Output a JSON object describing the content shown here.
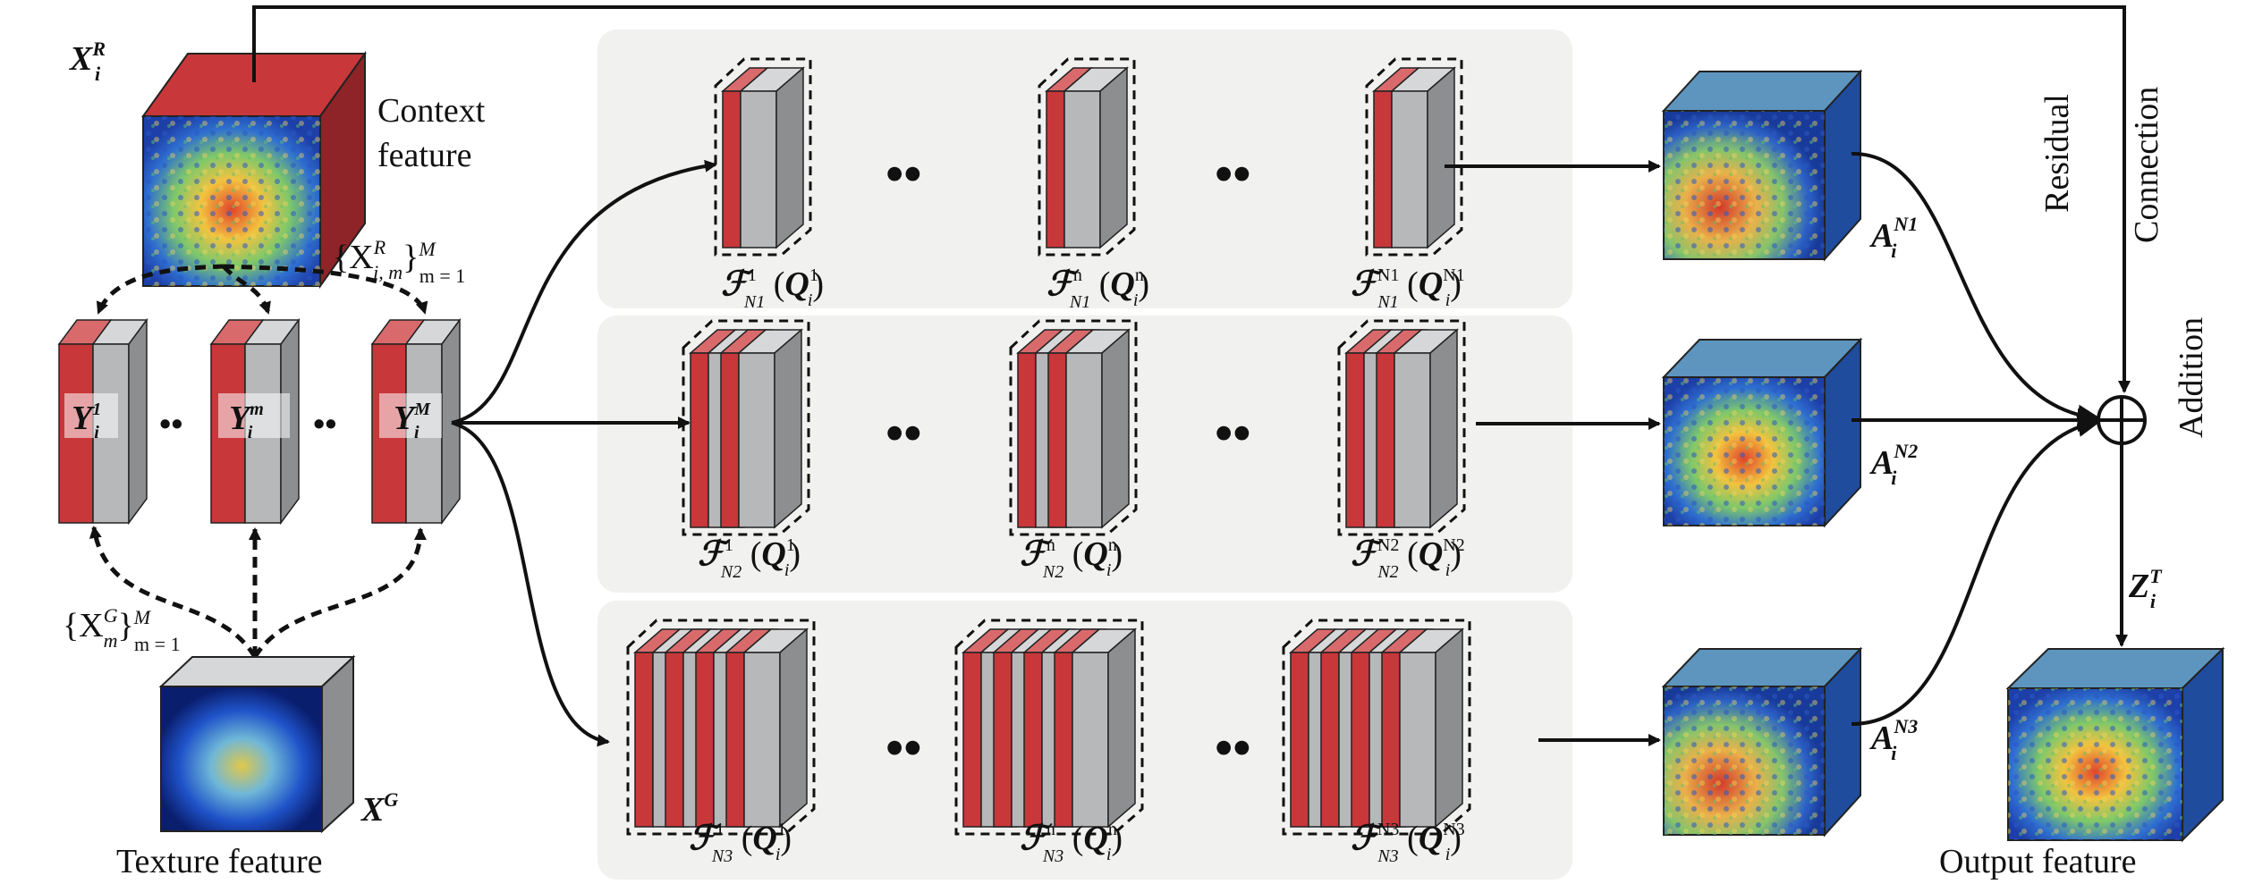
{
  "labels": {
    "context_feature_line1": "Context",
    "context_feature_line2": "feature",
    "texture_feature": "Texture feature",
    "output_feature": "Output feature",
    "residual": "Residual",
    "connection": "Connection",
    "addition": "Addition"
  },
  "symbols": {
    "x_r": "X",
    "x_r_sup": "R",
    "x_r_sub": "i",
    "x_g": "X",
    "x_g_sup": "G",
    "z": "Z",
    "z_sup": "T",
    "z_sub": "i",
    "set_r": "{X",
    "set_r_sup": "R",
    "set_r_sub": "i, m",
    "set_r_tail": "}",
    "set_r_range_sup": "M",
    "set_r_range_sub": "m = 1",
    "set_g": "{X",
    "set_g_sup": "G",
    "set_g_sub": "m",
    "set_g_tail": "}",
    "set_g_range_sup": "M",
    "set_g_range_sub": "m = 1",
    "y_main": "Y",
    "y1_sup": "1",
    "ym_sup": "m",
    "yM_sup": "M",
    "y_sub": "i",
    "a_main": "A",
    "a_sub": "i",
    "a1_sup": "N1",
    "a2_sup": "N2",
    "a3_sup": "N3",
    "f_main": "ℱ",
    "q_main": "Q",
    "f_rows": [
      {
        "sup_a": "1",
        "sup_b": "n",
        "sup_c": "N1",
        "sub": "N1"
      },
      {
        "sup_a": "1",
        "sup_b": "n",
        "sup_c": "N2",
        "sub": "N2"
      },
      {
        "sup_a": "1",
        "sup_b": "n",
        "sup_c": "N3",
        "sub": "N3"
      }
    ],
    "oplus": "⊕",
    "dots": "••"
  },
  "colors": {
    "red_face": "#c8373a",
    "red_top": "#d96a6c",
    "red_side": "#8e2428",
    "gray_face": "#b7b8ba",
    "gray_top": "#d6d7d8",
    "gray_side": "#8d8e90",
    "blue_top": "#5d95bf",
    "blue_side": "#1f4c9c",
    "panel_bg": "#f1f1f0"
  }
}
